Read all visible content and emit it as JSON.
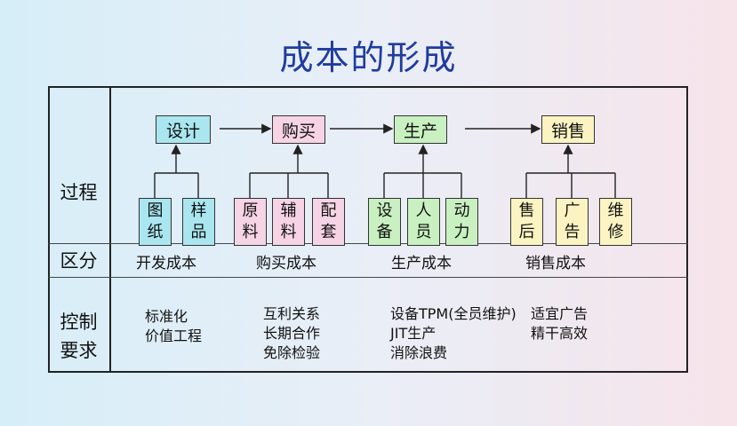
{
  "title": "成本的形成",
  "row_labels": {
    "process": "过程",
    "category": "区分",
    "control_1": "控制",
    "control_2": "要求"
  },
  "stages": [
    {
      "label": "设计",
      "color": "#a9e6f0",
      "subs": [
        [
          "图",
          "纸"
        ],
        [
          "样",
          "品"
        ]
      ],
      "cost": "开发成本",
      "controls": [
        "标准化",
        "价值工程"
      ]
    },
    {
      "label": "购买",
      "color": "#f6d4e6",
      "subs": [
        [
          "原",
          "料"
        ],
        [
          "辅",
          "料"
        ],
        [
          "配",
          "套"
        ]
      ],
      "cost": "购买成本",
      "controls": [
        "互利关系",
        "长期合作",
        "免除检验"
      ]
    },
    {
      "label": "生产",
      "color": "#c8f0c0",
      "subs": [
        [
          "设",
          "备"
        ],
        [
          "人",
          "员"
        ],
        [
          "动",
          "力"
        ]
      ],
      "cost": "生产成本",
      "controls": [
        "设备TPM(全员维护)",
        "JIT生产",
        "消除浪费"
      ]
    },
    {
      "label": "销售",
      "color": "#fbf4c2",
      "subs": [
        [
          "售",
          "后"
        ],
        [
          "广",
          "告"
        ],
        [
          "维",
          "修"
        ]
      ],
      "cost": "销售成本",
      "controls": [
        "适宜广告",
        "精干高效"
      ]
    }
  ]
}
